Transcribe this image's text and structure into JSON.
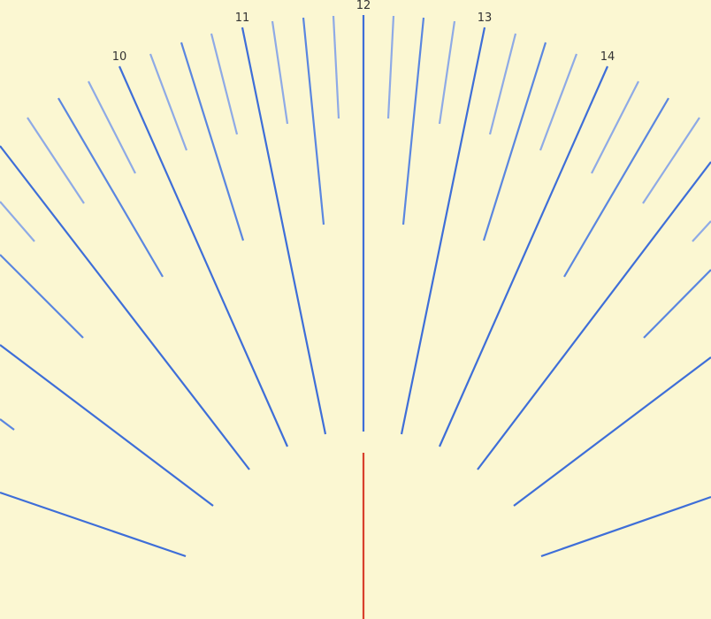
{
  "dial": {
    "hour_labels": [
      "10",
      "11",
      "12",
      "13",
      "14"
    ],
    "colors": {
      "background": "#fbf7d2",
      "hour_line": "#3e6ed8",
      "half_hour_line": "#5a86e0",
      "quarter_line": "#8eaae6",
      "gnomon": "#d8402c",
      "label": "#333333"
    }
  }
}
